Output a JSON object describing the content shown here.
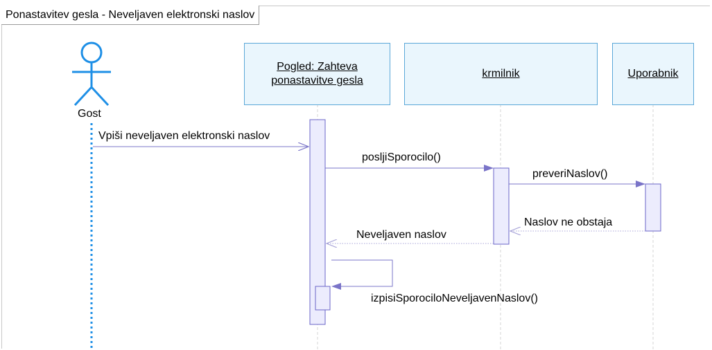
{
  "diagram": {
    "title": "Ponastavitev gesla - Neveljaven elektronski naslov",
    "actor": {
      "name": "Gost"
    },
    "lifelines": [
      {
        "name_line1": "Pogled: Zahteva",
        "name_line2": "ponastavitve gesla"
      },
      {
        "name": "krmilnik"
      },
      {
        "name": "Uporabnik"
      }
    ],
    "messages": [
      {
        "label": "Vpiši neveljaven elektronski naslov",
        "kind": "async"
      },
      {
        "label": "posljiSporocilo()",
        "kind": "sync"
      },
      {
        "label": "preveriNaslov()",
        "kind": "sync"
      },
      {
        "label": "Naslov ne obstaja",
        "kind": "return"
      },
      {
        "label": "Neveljaven naslov",
        "kind": "return"
      },
      {
        "label": "izpisiSporociloNeveljavenNaslov()",
        "kind": "self"
      }
    ]
  },
  "colors": {
    "actor": "#1e8fe6",
    "lifeline_box_border": "#5aa7d8",
    "lifeline_box_fill": "#eaf6fd",
    "activation_border": "#6a64c8",
    "activation_fill": "#ececfd",
    "message_line": "#7a74c8",
    "return_line": "#a8a4d8"
  }
}
